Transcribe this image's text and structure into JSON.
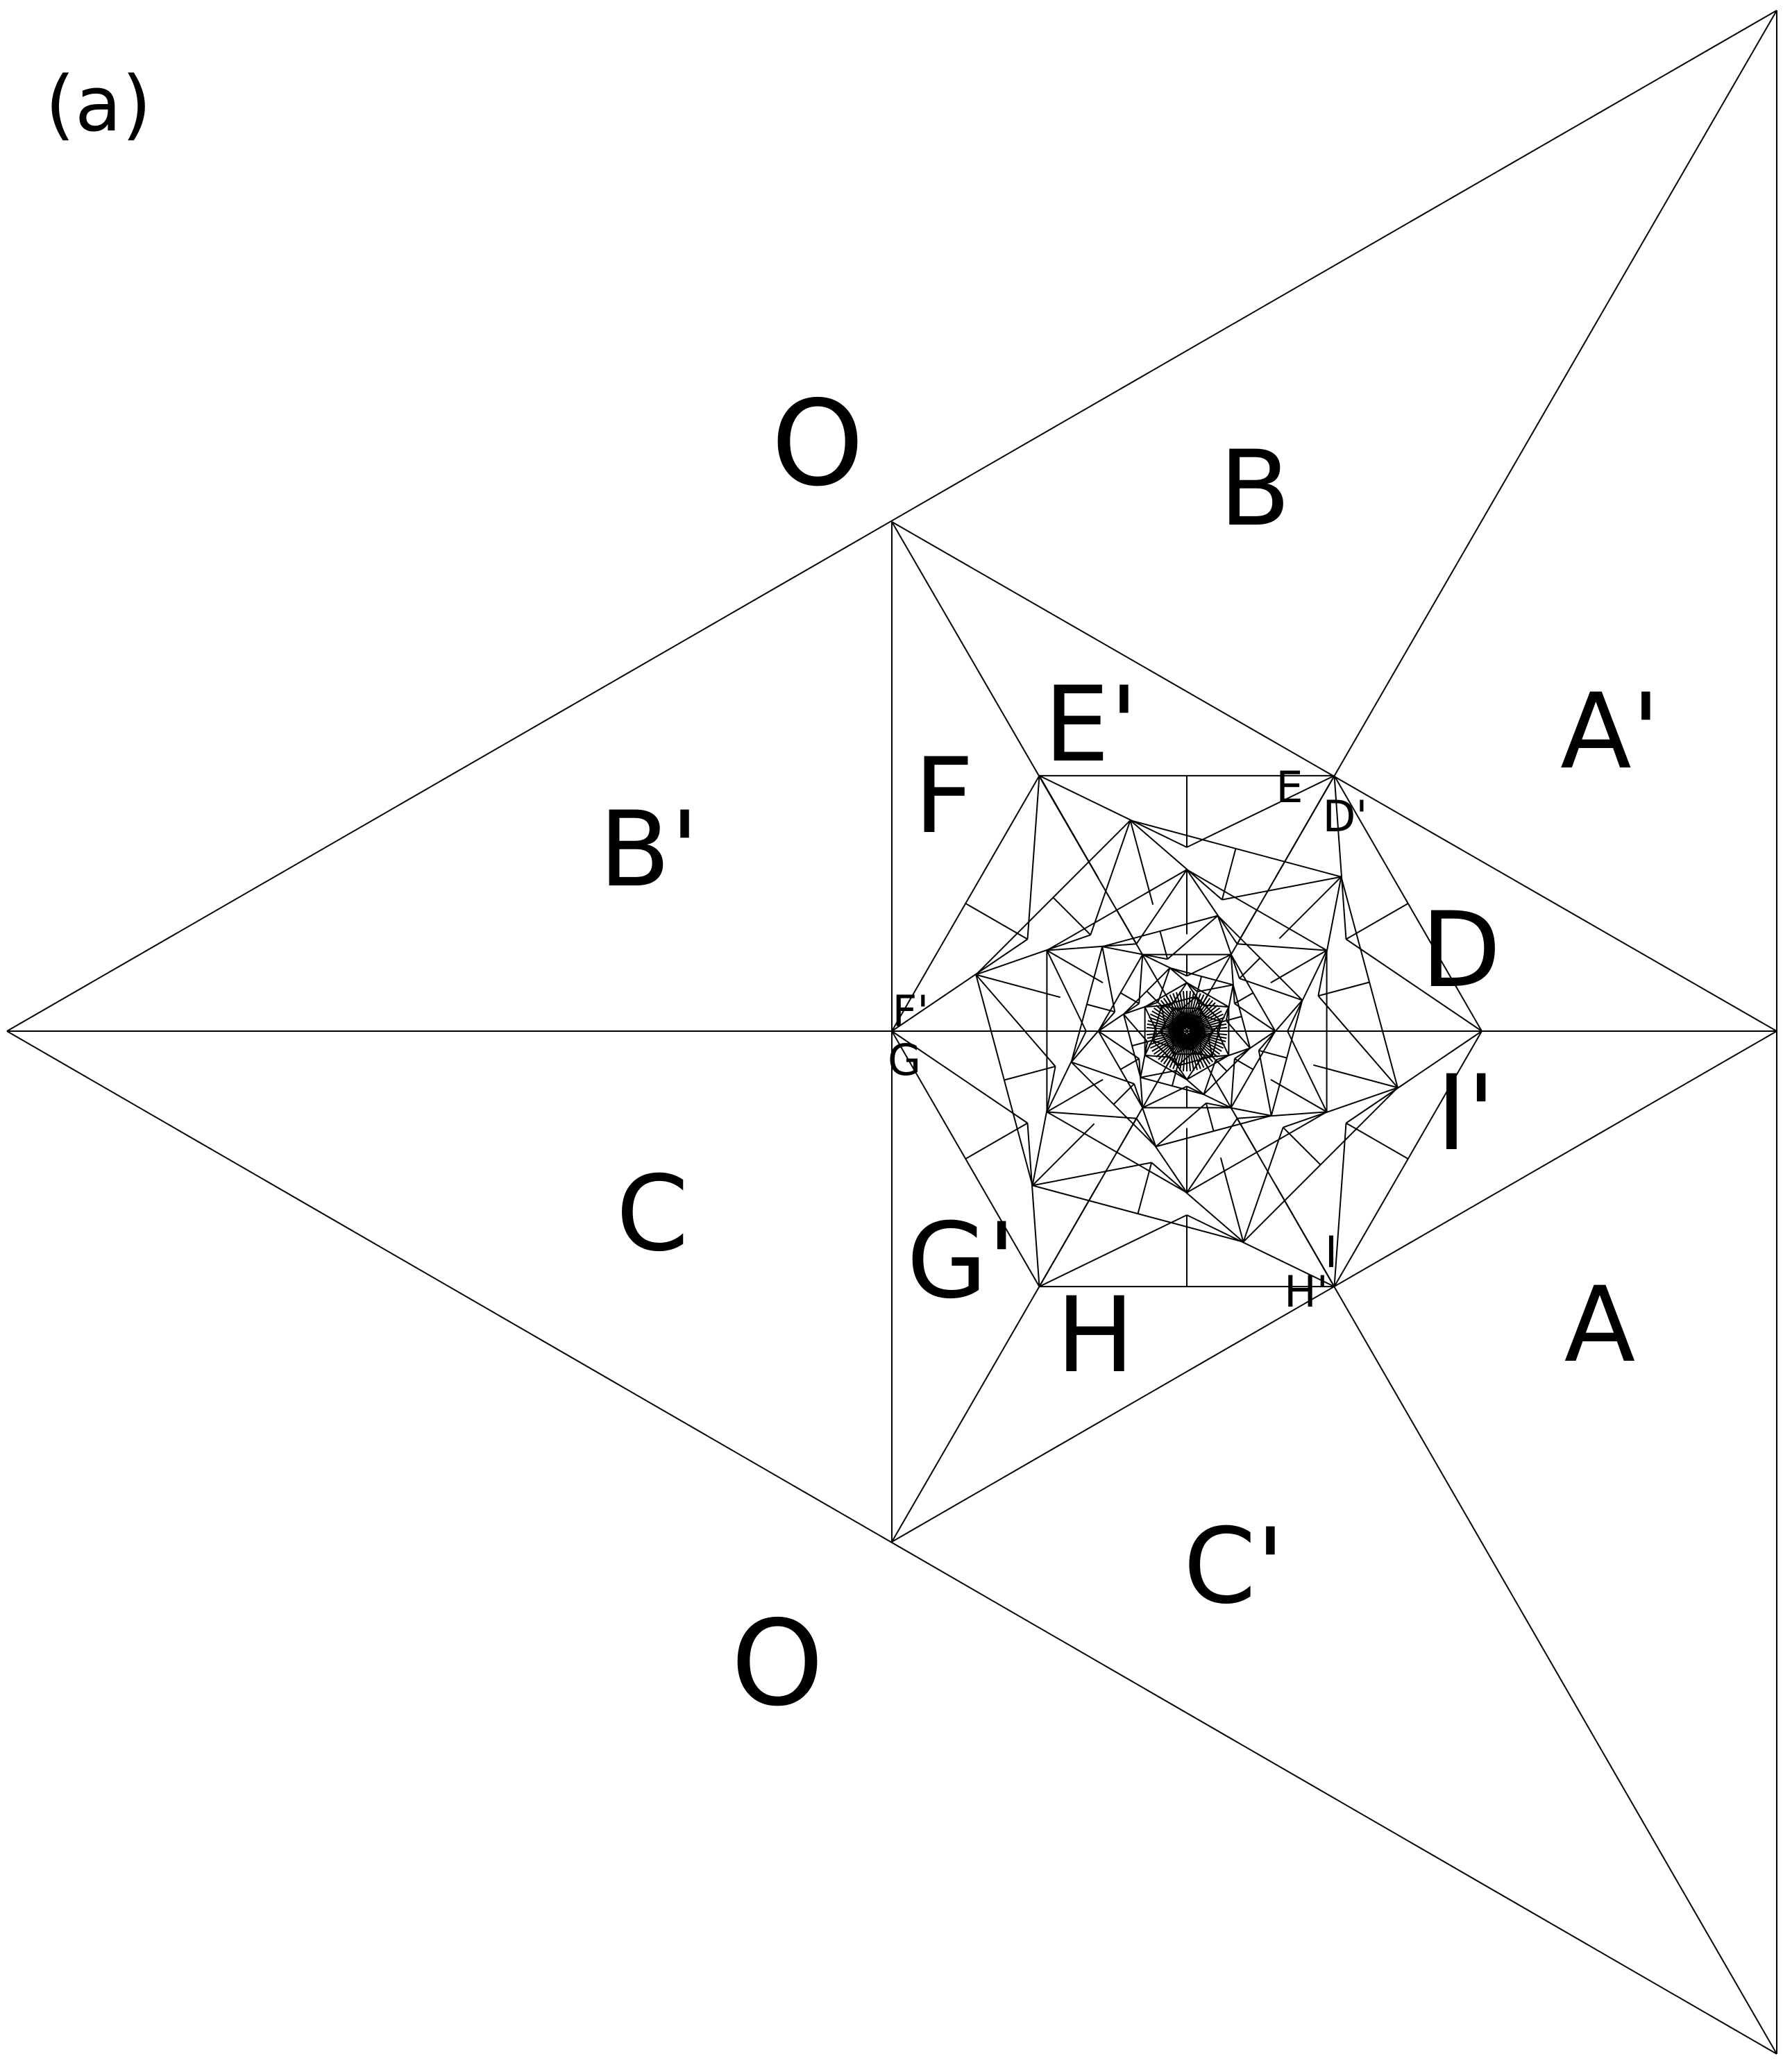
{
  "panel_label": "(a)",
  "labels": {
    "O_top": "O",
    "O_bottom": "O",
    "B": "B",
    "B_prime": "B'",
    "A_prime": "A'",
    "A": "A",
    "C": "C",
    "C_prime": "C'",
    "E_prime": "E'",
    "F": "F",
    "D": "D",
    "I_prime": "I'",
    "G_prime": "G'",
    "H": "H",
    "E": "E",
    "D_prime": "D'",
    "F_prime": "F'",
    "G": "G",
    "I": "I",
    "H_prime": "H'"
  },
  "colors": {
    "stroke": "#000000",
    "background": "#ffffff"
  }
}
